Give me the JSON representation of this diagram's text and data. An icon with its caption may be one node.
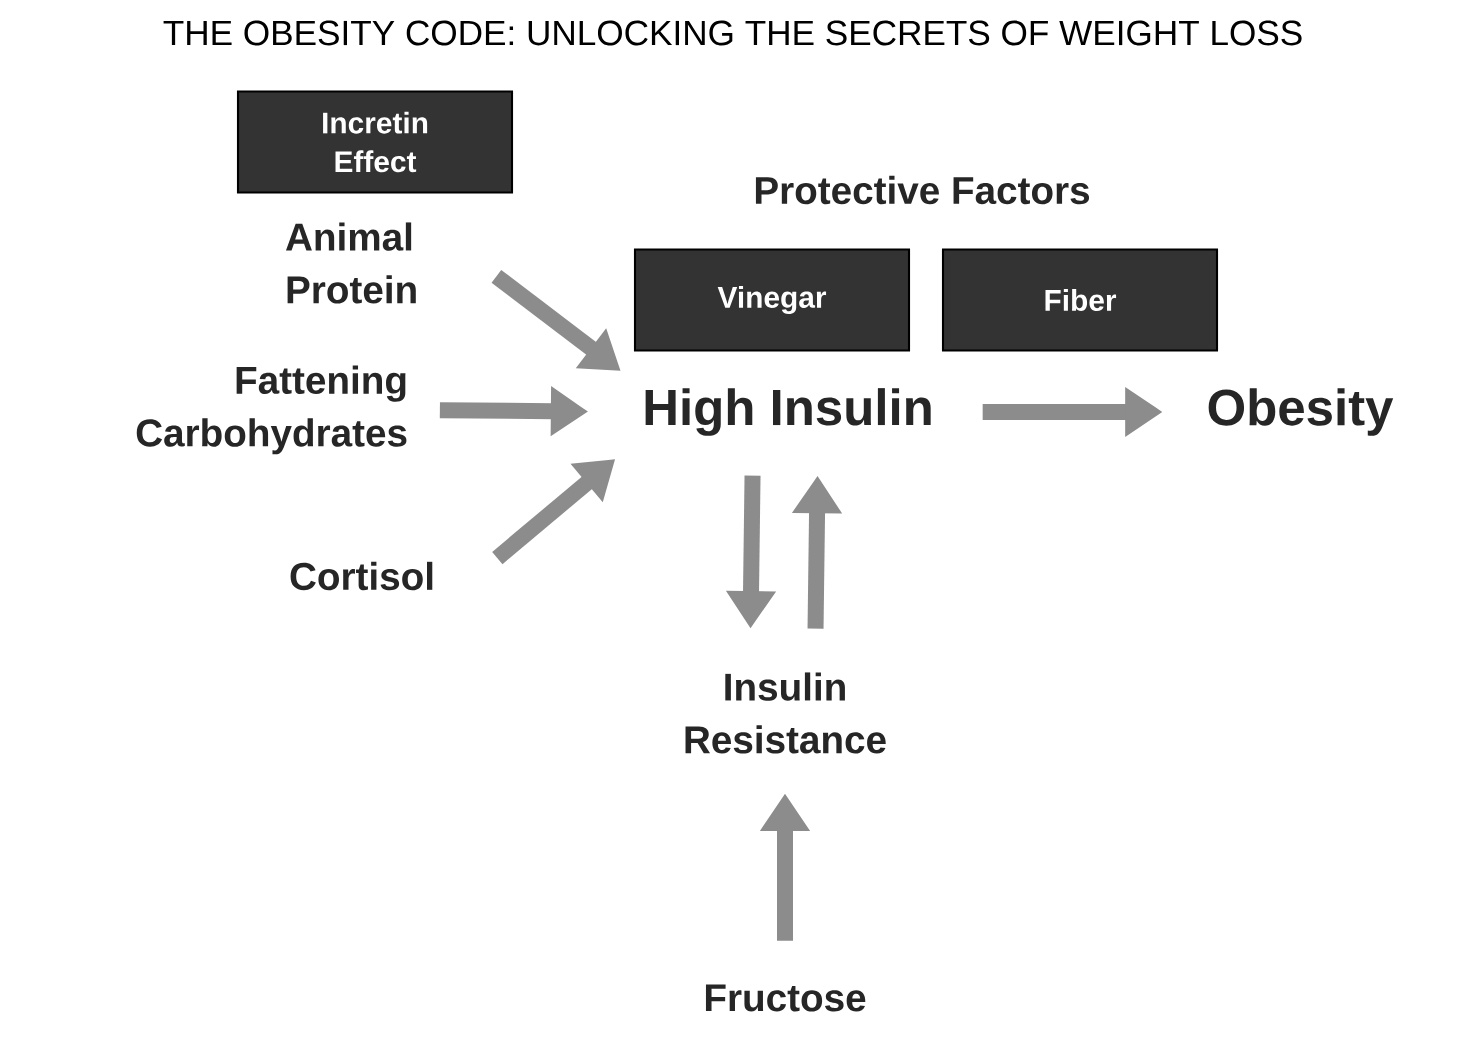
{
  "diagram": {
    "title": "THE OBESITY CODE: UNLOCKING THE SECRETS OF WEIGHT LOSS",
    "nodes": [
      {
        "text": [
          "Incretin Effect"
        ]
      },
      {
        "text": [
          "Animal Protein"
        ]
      },
      {
        "text": [
          "Fattening Carbohydrates"
        ]
      },
      {
        "text": [
          "Cortisol"
        ]
      },
      {
        "text": [
          "High Insulin"
        ]
      },
      {
        "text": [
          "Obesity"
        ]
      },
      {
        "text": [
          "Insulin Resistance"
        ]
      },
      {
        "text": [
          "Fructose"
        ]
      },
      {
        "text": [
          "Vinegar"
        ]
      },
      {
        "text": [
          "Fiber"
        ]
      }
    ],
    "edges": [
      {
        "from": 1,
        "to": 4,
        "arrow": "to"
      },
      {
        "from": 2,
        "to": 4,
        "arrow": "to"
      },
      {
        "from": 3,
        "to": 4,
        "arrow": "to"
      },
      {
        "from": 4,
        "to": 5,
        "arrow": "to"
      },
      {
        "from": 4,
        "to": 6,
        "arrow": "to"
      },
      {
        "from": 6,
        "to": 4,
        "arrow": "to"
      },
      {
        "from": 7,
        "to": 6,
        "arrow": "to"
      }
    ],
    "labels": [
      "Protective Factors"
    ]
  }
}
